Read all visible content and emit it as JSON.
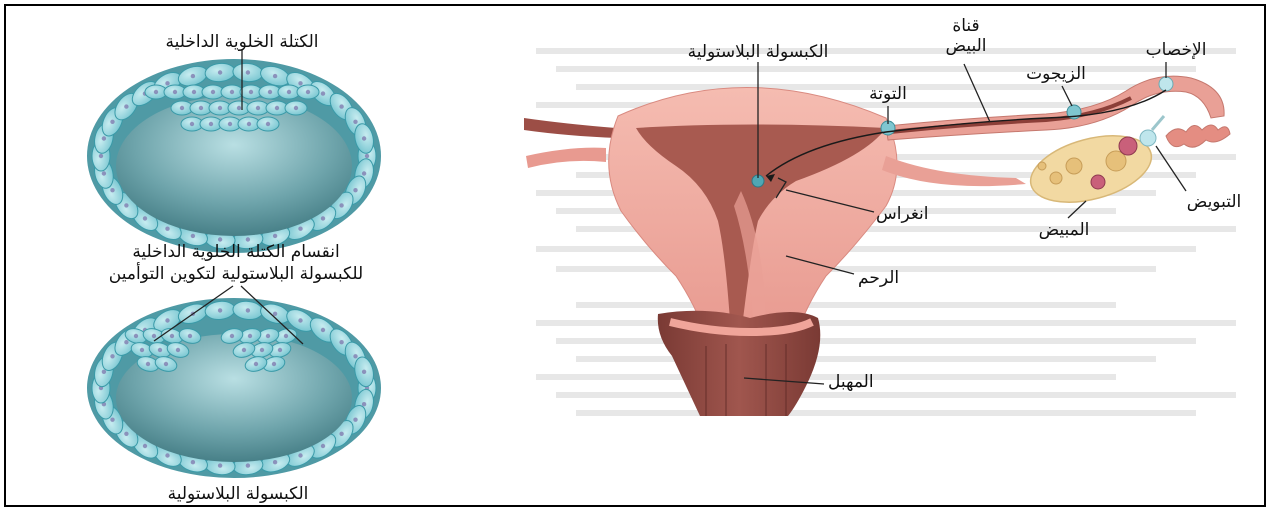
{
  "left_panel": {
    "inner_cell_mass_label": "الكتلة الخلوية الداخلية",
    "division_label_line1": "انقسام الكتلة الخلوية الداخلية",
    "division_label_line2": "للكبسولة البلاستولية لتكوين التوأمين",
    "blastocyst_bottom_label": "الكبسولة البلاستولية"
  },
  "right_panel": {
    "blastocyst_label": "الكبسولة البلاستولية",
    "fallopian_tube_line1": "قناة",
    "fallopian_tube_line2": "البيض",
    "fertilization_label": "الإخصاب",
    "zygote_label": "الزيجوت",
    "morula_label": "التوتة",
    "implantation_label": "انغراس",
    "ovulation_label": "التبويض",
    "ovary_label": "المبيض",
    "uterus_label": "الرحم",
    "vagina_label": "المهبل"
  },
  "colors": {
    "cell_fill": "#8fd3dc",
    "cell_stroke": "#3a9aa8",
    "cavity": "#5e8f96",
    "uterus_pink": "#efaaa0",
    "uterus_dark": "#a5564d",
    "ovary": "#f2d9a2"
  }
}
